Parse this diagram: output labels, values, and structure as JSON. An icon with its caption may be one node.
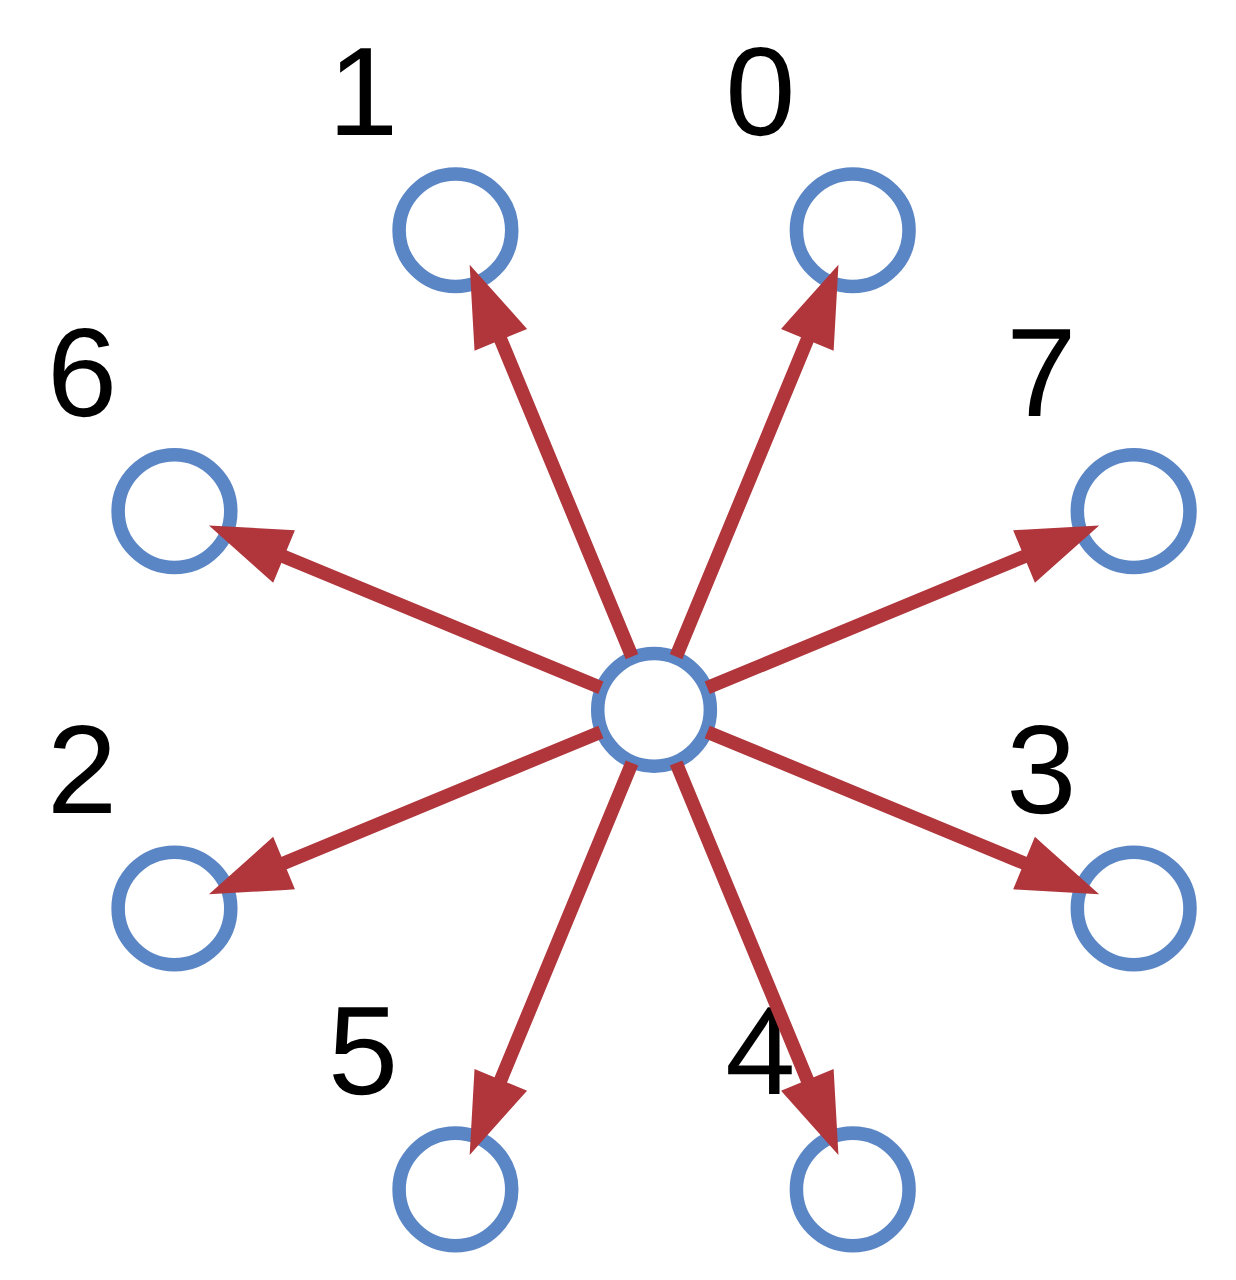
{
  "diagram": {
    "nodes": [
      {
        "text": [],
        "shape": "circle",
        "beside": [
          "7"
        ]
      },
      {
        "text": [],
        "shape": "circle",
        "beside": [
          "0"
        ]
      },
      {
        "text": [],
        "shape": "circle",
        "beside": [
          "1"
        ]
      },
      {
        "text": [],
        "shape": "circle",
        "beside": [
          "6"
        ]
      },
      {
        "text": [],
        "shape": "circle"
      },
      {
        "text": [],
        "shape": "circle",
        "beside": [
          "2"
        ]
      },
      {
        "text": [],
        "shape": "circle",
        "beside": [
          "5"
        ]
      },
      {
        "text": [],
        "shape": "circle",
        "beside": [
          "4"
        ]
      },
      {
        "text": [],
        "shape": "circle",
        "beside": [
          "3"
        ]
      }
    ],
    "edges": [
      {
        "from": 4,
        "to": 1,
        "arrow": "to"
      },
      {
        "from": 4,
        "to": 2,
        "arrow": "to"
      },
      {
        "from": 4,
        "to": 5,
        "arrow": "to"
      },
      {
        "from": 4,
        "to": 8,
        "arrow": "to"
      },
      {
        "from": 4,
        "to": 7,
        "arrow": "to"
      },
      {
        "from": 4,
        "to": 6,
        "arrow": "to"
      },
      {
        "from": 4,
        "to": 3,
        "arrow": "to"
      },
      {
        "from": 4,
        "to": 0,
        "arrow": "to"
      }
    ]
  }
}
